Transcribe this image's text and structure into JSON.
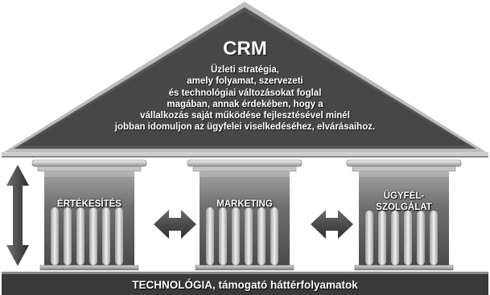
{
  "roof": {
    "title": "CRM",
    "definition_lines": [
      "Üzleti stratégia,",
      "amely folyamat, szervezeti",
      "és technológiai változásokat foglal",
      "magában, annak érdekében, hogy a",
      "vállalkozás saját működése fejlesztésével minél",
      "jobban idomuljon az  ügyfelei viselkedéséhez, elvárásaihoz."
    ]
  },
  "pillars": [
    {
      "label_lines": [
        "ÉRTÉKESÍTÉS"
      ]
    },
    {
      "label_lines": [
        "MARKETING"
      ]
    },
    {
      "label_lines": [
        "ÜGYFÉL-",
        "SZOLGÁLAT"
      ]
    }
  ],
  "foundation": {
    "label": "TECHNOLÓGIA, támogató háttérfolyamatok"
  },
  "colors": {
    "roof_fill": "#464646",
    "roof_outline": "#a9a9a9",
    "pillar_light": "#d9d9d9",
    "pillar_dark": "#5a5a5a",
    "arrow": "#444444",
    "foundation": "#3a3a3a",
    "text": "#ffffff"
  },
  "icons": [
    "double-headed-vertical-arrow-icon",
    "double-headed-horizontal-arrow-icon"
  ]
}
